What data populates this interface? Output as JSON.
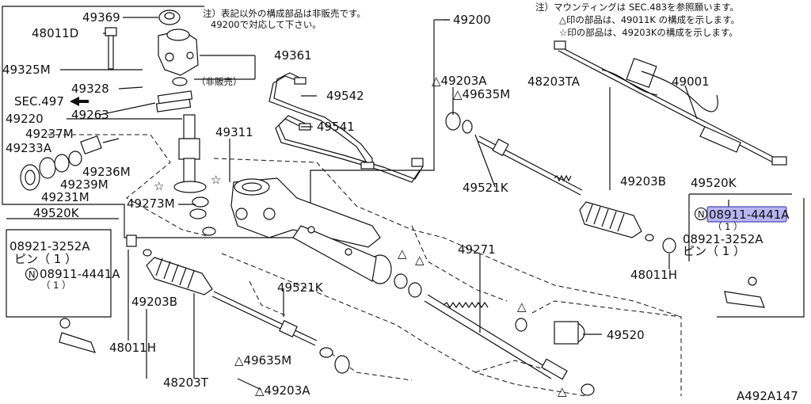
{
  "notes": {
    "left_line1": "注）表記以外の構成部品は非販売です。",
    "left_line2": "49200で対応して下さい。",
    "right_line1": "注）マウンティングは SEC.483を参照願います。",
    "right_line2": "△印の部品は、49011K の構成を示します。",
    "right_line3": "☆印の部品は、49203Kの構成を示します。"
  },
  "labels": {
    "p49369": "49369",
    "p48011D": "48011D",
    "p49361": "49361",
    "p49325M": "49325M",
    "p49328": "49328",
    "not_sold": "（非販売）",
    "sec497": "SEC.497",
    "p49263": "49263",
    "p49220": "49220",
    "p49237M": "49237M",
    "p49233A": "49233A",
    "p49236M": "49236M",
    "p49239M": "49239M",
    "p49231M": "49231M",
    "p49273M": "49273M",
    "p49311": "49311",
    "p49542": "49542",
    "p49541": "49541",
    "p49200": "49200",
    "p49203A_top": "△49203A",
    "p49635M_top": "△49635M",
    "p48203TA": "48203TA",
    "p49001": "49001",
    "p49521K_top": "49521K",
    "p49203B_right": "49203B",
    "p49520K_right": "49520K",
    "p08911_right": "08911-4441A",
    "qty1_right_a": "（ 1 ）",
    "p08921_right": "08921-3252A",
    "pin_right": "ピン（ 1 ）",
    "p48011H_right": "48011H",
    "p49520K_left": "49520K",
    "p08921_left": "08921-3252A",
    "pin_left": "ピン（ 1 ）",
    "p08911_left": "08911-4441A",
    "qty1_left": "（ 1 ）",
    "p49203B_left": "49203B",
    "p48011H_left": "48011H",
    "p48203T": "48203T",
    "p49521K_bottom": "49521K",
    "p49635M_bottom": "△49635M",
    "p49203A_bottom": "△49203A",
    "p49271": "49271",
    "p49520": "49520",
    "ref": "A492A147",
    "n_mark": "N",
    "star": "☆",
    "triangle": "△"
  },
  "colors": {
    "line": "#111111",
    "highlight_fill": "#b9b5f0",
    "highlight_border": "#4b46b8"
  }
}
